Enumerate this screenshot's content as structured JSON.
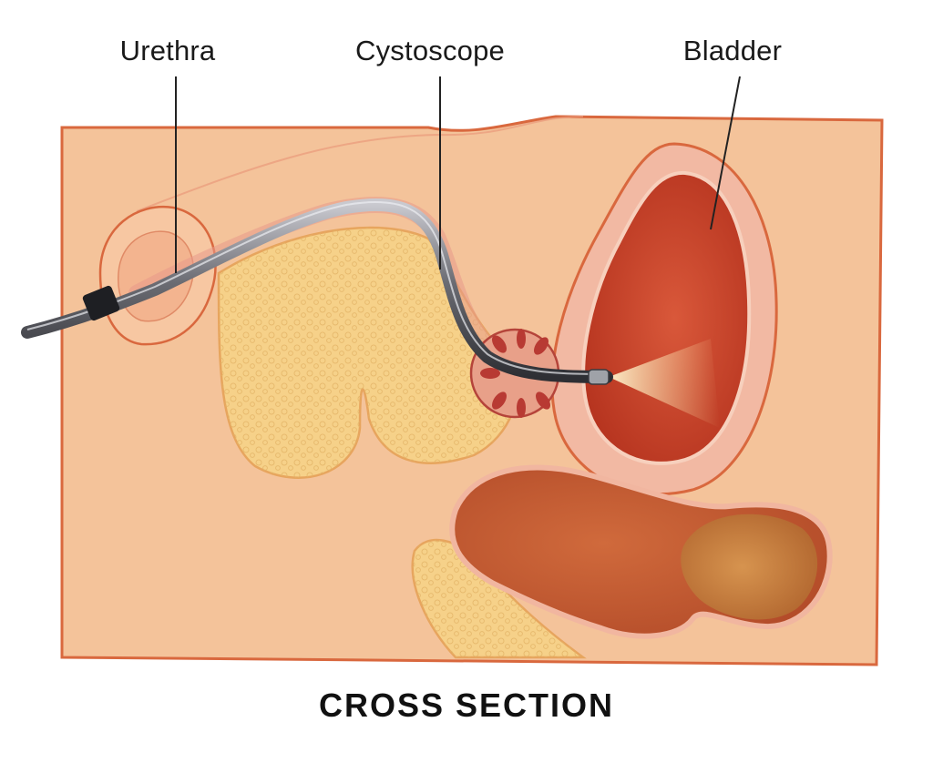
{
  "labels": {
    "urethra": "Urethra",
    "cystoscope": "Cystoscope",
    "bladder": "Bladder"
  },
  "caption": "CROSS SECTION",
  "colors": {
    "background": "#ffffff",
    "skin": "#f4c39a",
    "skin_border": "#d9683e",
    "fat": "#f6d189",
    "bladder_wall": "#f2b9a3",
    "bladder_lumen": "#c8442c",
    "rectum": "#c55f35",
    "scope": "#55565c",
    "leader": "#222222"
  }
}
